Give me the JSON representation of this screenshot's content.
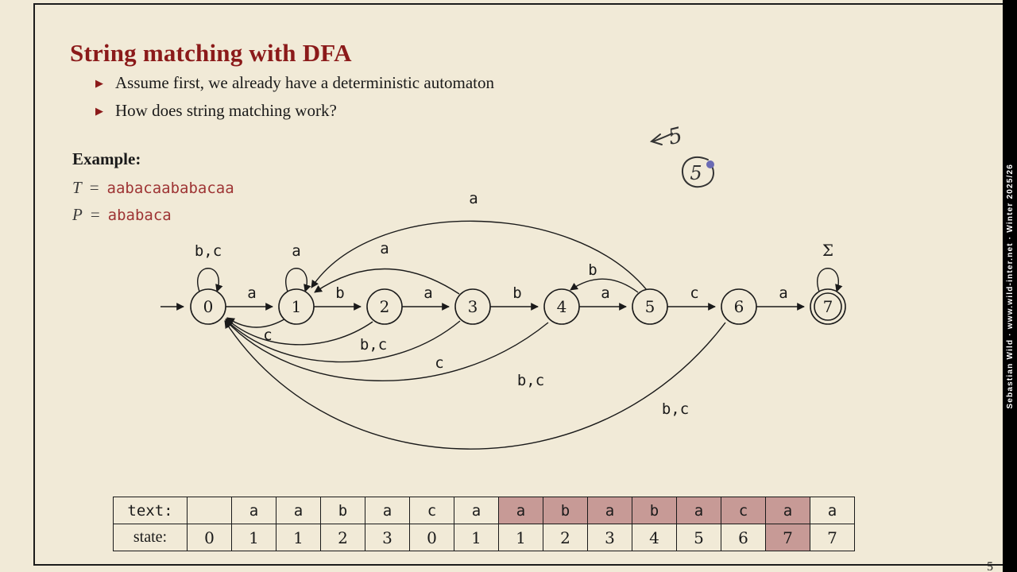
{
  "colors": {
    "accent": "#8b1a1a",
    "background": "#f1ead7",
    "highlight": "#c79a96",
    "code_red": "#9e3434"
  },
  "slide": {
    "title": "String matching with DFA",
    "bullets": [
      "Assume first, we already have a deterministic automaton",
      "How does string matching work?"
    ],
    "example": {
      "label": "Example:",
      "t_var": "T",
      "p_var": "P",
      "eq": "=",
      "t_value": "aabacaababacaa",
      "p_value": "ababaca"
    }
  },
  "dfa": {
    "states": [
      "0",
      "1",
      "2",
      "3",
      "4",
      "5",
      "6",
      "7"
    ],
    "accepting_state": "7",
    "chain_labels": [
      "a",
      "b",
      "a",
      "b",
      "a",
      "c",
      "a"
    ],
    "loop_labels": {
      "state0": "b,c",
      "state1": "a",
      "state7": "Σ"
    },
    "back_edge_labels": {
      "s3_to_s1": "a",
      "s5_to_s1": "a",
      "s5_to_s4": "b",
      "s1_to_s0": "c",
      "s2_to_s0": "b,c",
      "s3_to_s0": "c",
      "s4_to_s0": "b,c",
      "s6_to_s0": "b,c"
    }
  },
  "annotation": {
    "top_digit": "5",
    "circled_digit": "5"
  },
  "table": {
    "row_labels": [
      "text:",
      "state:"
    ],
    "text_row": [
      "",
      "a",
      "a",
      "b",
      "a",
      "c",
      "a",
      "a",
      "b",
      "a",
      "b",
      "a",
      "c",
      "a",
      "a"
    ],
    "state_row": [
      "0",
      "1",
      "1",
      "2",
      "3",
      "0",
      "1",
      "1",
      "2",
      "3",
      "4",
      "5",
      "6",
      "7",
      "7"
    ],
    "highlighted_text_columns": [
      7,
      8,
      9,
      10,
      11,
      12,
      13
    ],
    "highlighted_state_columns": [
      13
    ]
  },
  "sidebar": {
    "credit": "Sebastian Wild · www.wild-inter.net · Winter 2025/26"
  },
  "footer": {
    "page_number": "5"
  }
}
